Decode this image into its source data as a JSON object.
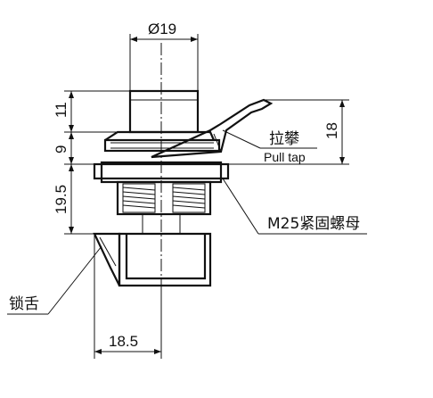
{
  "dimensions": {
    "head_diameter": "Ø19",
    "head_height": "11",
    "collar_height": "9",
    "body_height": "19.5",
    "tab_height": "18",
    "tongue_width": "18.5"
  },
  "callouts": {
    "pull_tab_cn": "拉攀",
    "pull_tab_en": "Pull tap",
    "nut": "M25紧固螺母",
    "tongue": "锁舌"
  }
}
